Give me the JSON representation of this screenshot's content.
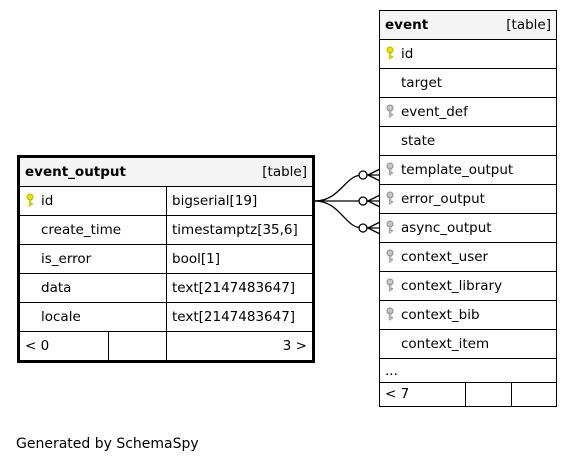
{
  "tables": {
    "event_output": {
      "name": "event_output",
      "kind": "[table]",
      "columns": [
        {
          "name": "id",
          "type": "bigserial[19]",
          "key": "primary"
        },
        {
          "name": "create_time",
          "type": "timestamptz[35,6]",
          "key": "none"
        },
        {
          "name": "is_error",
          "type": "bool[1]",
          "key": "none"
        },
        {
          "name": "data",
          "type": "text[2147483647]",
          "key": "none"
        },
        {
          "name": "locale",
          "type": "text[2147483647]",
          "key": "none"
        }
      ],
      "footer": {
        "left": "< 0",
        "right": "3 >"
      }
    },
    "event": {
      "name": "event",
      "kind": "[table]",
      "columns": [
        {
          "name": "id",
          "key": "primary"
        },
        {
          "name": "target",
          "key": "none"
        },
        {
          "name": "event_def",
          "key": "foreign"
        },
        {
          "name": "state",
          "key": "none"
        },
        {
          "name": "template_output",
          "key": "foreign"
        },
        {
          "name": "error_output",
          "key": "foreign"
        },
        {
          "name": "async_output",
          "key": "foreign"
        },
        {
          "name": "context_user",
          "key": "foreign"
        },
        {
          "name": "context_library",
          "key": "foreign"
        },
        {
          "name": "context_bib",
          "key": "foreign"
        },
        {
          "name": "context_item",
          "key": "none"
        }
      ],
      "ellipsis": "...",
      "footer": {
        "left": "< 7"
      }
    }
  },
  "relationships": [
    {
      "from": "event.template_output",
      "to": "event_output.id"
    },
    {
      "from": "event.error_output",
      "to": "event_output.id"
    },
    {
      "from": "event.async_output",
      "to": "event_output.id"
    }
  ],
  "colors": {
    "primary_key": "#e6e600",
    "foreign_key": "#a9a9a9",
    "header_bg": "#f4f4f4",
    "line": "#000000"
  },
  "caption": "Generated by SchemaSpy"
}
